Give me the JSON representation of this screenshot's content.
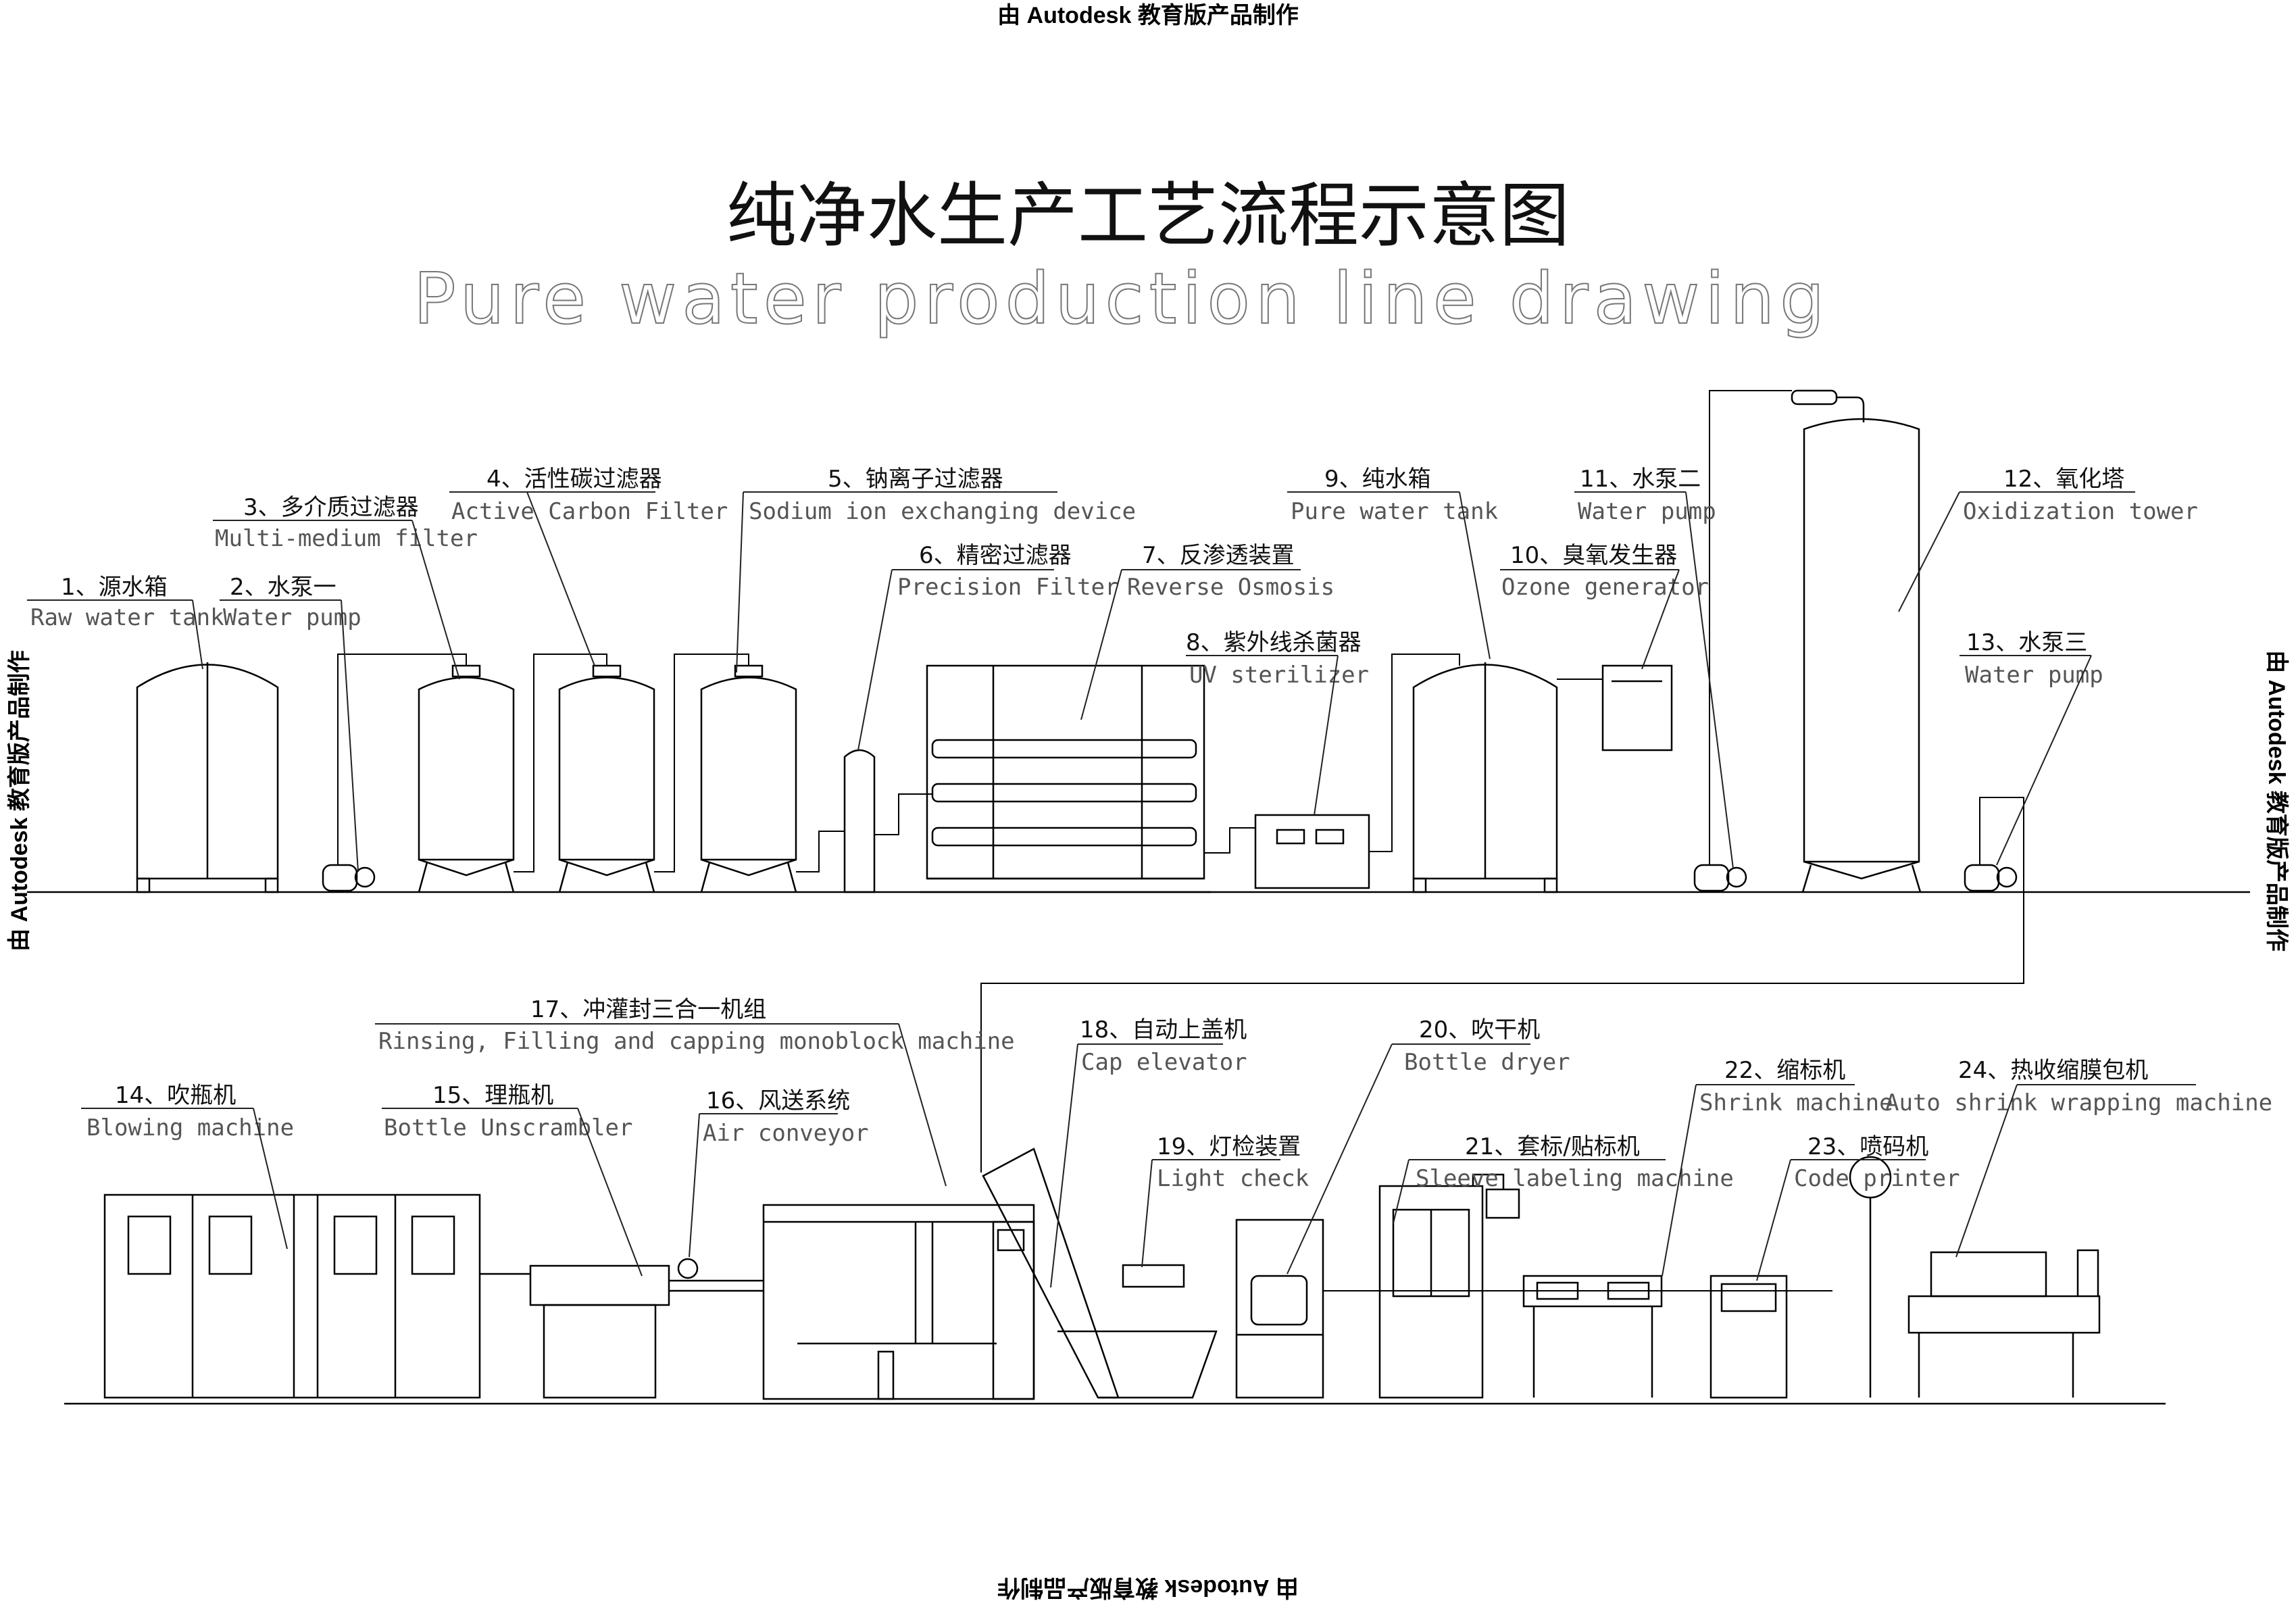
{
  "watermark": {
    "top": "由 Autodesk 教育版产品制作",
    "left": "由 Autodesk 教育版产品制作",
    "right": "由 Autodesk 教育版产品制作",
    "bottom": "由 Autodesk 教育版产品制作"
  },
  "title": {
    "cn": "纯净水生产工艺流程示意图",
    "en": "Pure water production line drawing"
  },
  "components": [
    {
      "cn": "1、源水箱",
      "en": "Raw water tank"
    },
    {
      "cn": "2、水泵一",
      "en": "Water pump"
    },
    {
      "cn": "3、多介质过滤器",
      "en": "Multi-medium filter"
    },
    {
      "cn": "4、活性碳过滤器",
      "en": "Active Carbon Filter"
    },
    {
      "cn": "5、钠离子过滤器",
      "en": "Sodium ion exchanging device"
    },
    {
      "cn": "6、精密过滤器",
      "en": "Precision Filter"
    },
    {
      "cn": "7、反渗透装置",
      "en": "Reverse Osmosis"
    },
    {
      "cn": "8、紫外线杀菌器",
      "en": "UV sterilizer"
    },
    {
      "cn": "9、纯水箱",
      "en": "Pure water tank"
    },
    {
      "cn": "10、臭氧发生器",
      "en": "Ozone generator"
    },
    {
      "cn": "11、水泵二",
      "en": "Water pump"
    },
    {
      "cn": "12、氧化塔",
      "en": "Oxidization tower"
    },
    {
      "cn": "13、水泵三",
      "en": "Water pump"
    },
    {
      "cn": "14、吹瓶机",
      "en": "Blowing machine"
    },
    {
      "cn": "15、理瓶机",
      "en": "Bottle Unscrambler"
    },
    {
      "cn": "16、风送系统",
      "en": "Air conveyor"
    },
    {
      "cn": "17、冲灌封三合一机组",
      "en": "Rinsing, Filling and capping monoblock machine"
    },
    {
      "cn": "18、自动上盖机",
      "en": "Cap  elevator"
    },
    {
      "cn": "19、灯检装置",
      "en": "Light check"
    },
    {
      "cn": "20、吹干机",
      "en": "Bottle dryer"
    },
    {
      "cn": "21、套标/贴标机",
      "en": "Sleeve labeling machine"
    },
    {
      "cn": "22、缩标机",
      "en": "Shrink machine"
    },
    {
      "cn": "23、喷码机",
      "en": "Code printer"
    },
    {
      "cn": "24、热收缩膜包机",
      "en": "Auto shrink wrapping machine"
    }
  ]
}
